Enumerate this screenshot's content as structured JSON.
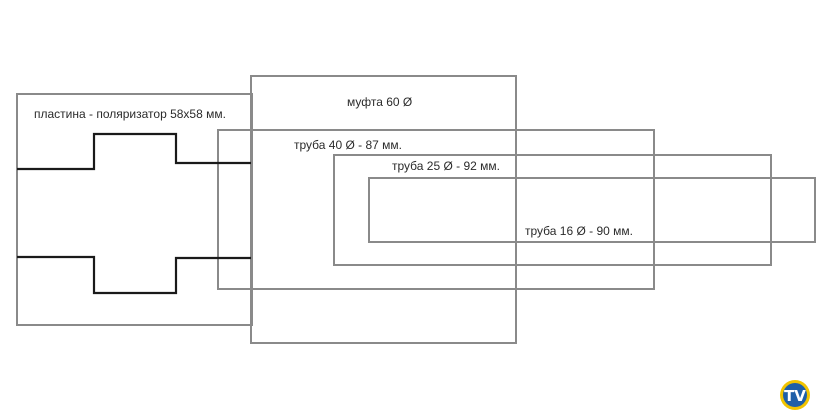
{
  "labels": {
    "plate": "пластина - поляризатор 58x58 мм.",
    "coupling": "муфта 60  Ø",
    "pipe40": "труба 40 Ø - 87 мм.",
    "pipe25": "труба 25 Ø - 92 мм.",
    "pipe16": "труба 16 Ø - 90 мм."
  },
  "logo": {
    "text": "TV"
  },
  "colors": {
    "outline": "#8a8a8a",
    "shape_line": "#1a1a1a",
    "label_text": "#2b2b2b",
    "logo_blue": "#1f5fa8",
    "logo_yellow": "#f2c400"
  }
}
